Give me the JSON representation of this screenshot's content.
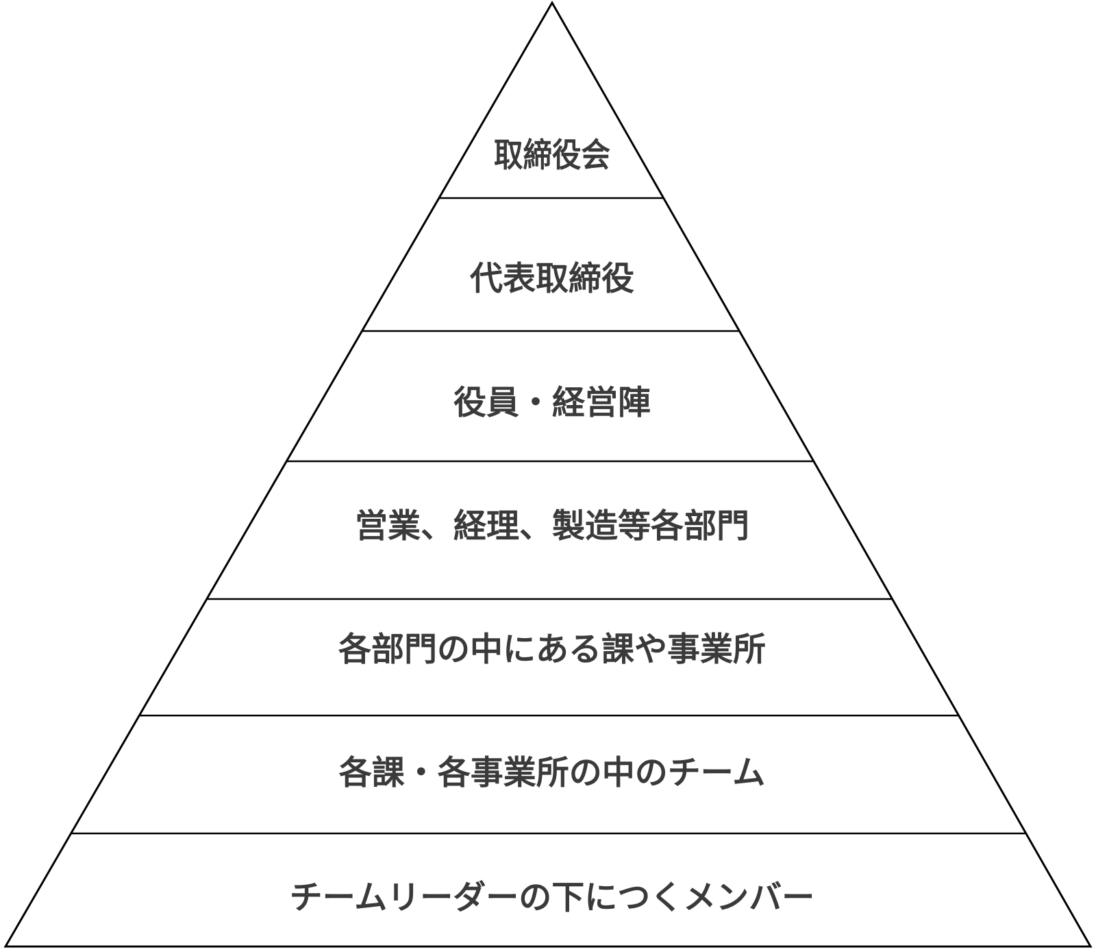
{
  "pyramid": {
    "stroke_color": "#000000",
    "text_color": "#3a3a3a",
    "background": "#ffffff",
    "tiers": [
      {
        "label": "取締役会"
      },
      {
        "label": "代表取締役"
      },
      {
        "label": "役員・経営陣"
      },
      {
        "label": "営業、経理、製造等各部門"
      },
      {
        "label": "各部門の中にある課や事業所"
      },
      {
        "label": "各課・各事業所の中のチーム"
      },
      {
        "label": "チームリーダーの下につくメンバー"
      }
    ]
  }
}
